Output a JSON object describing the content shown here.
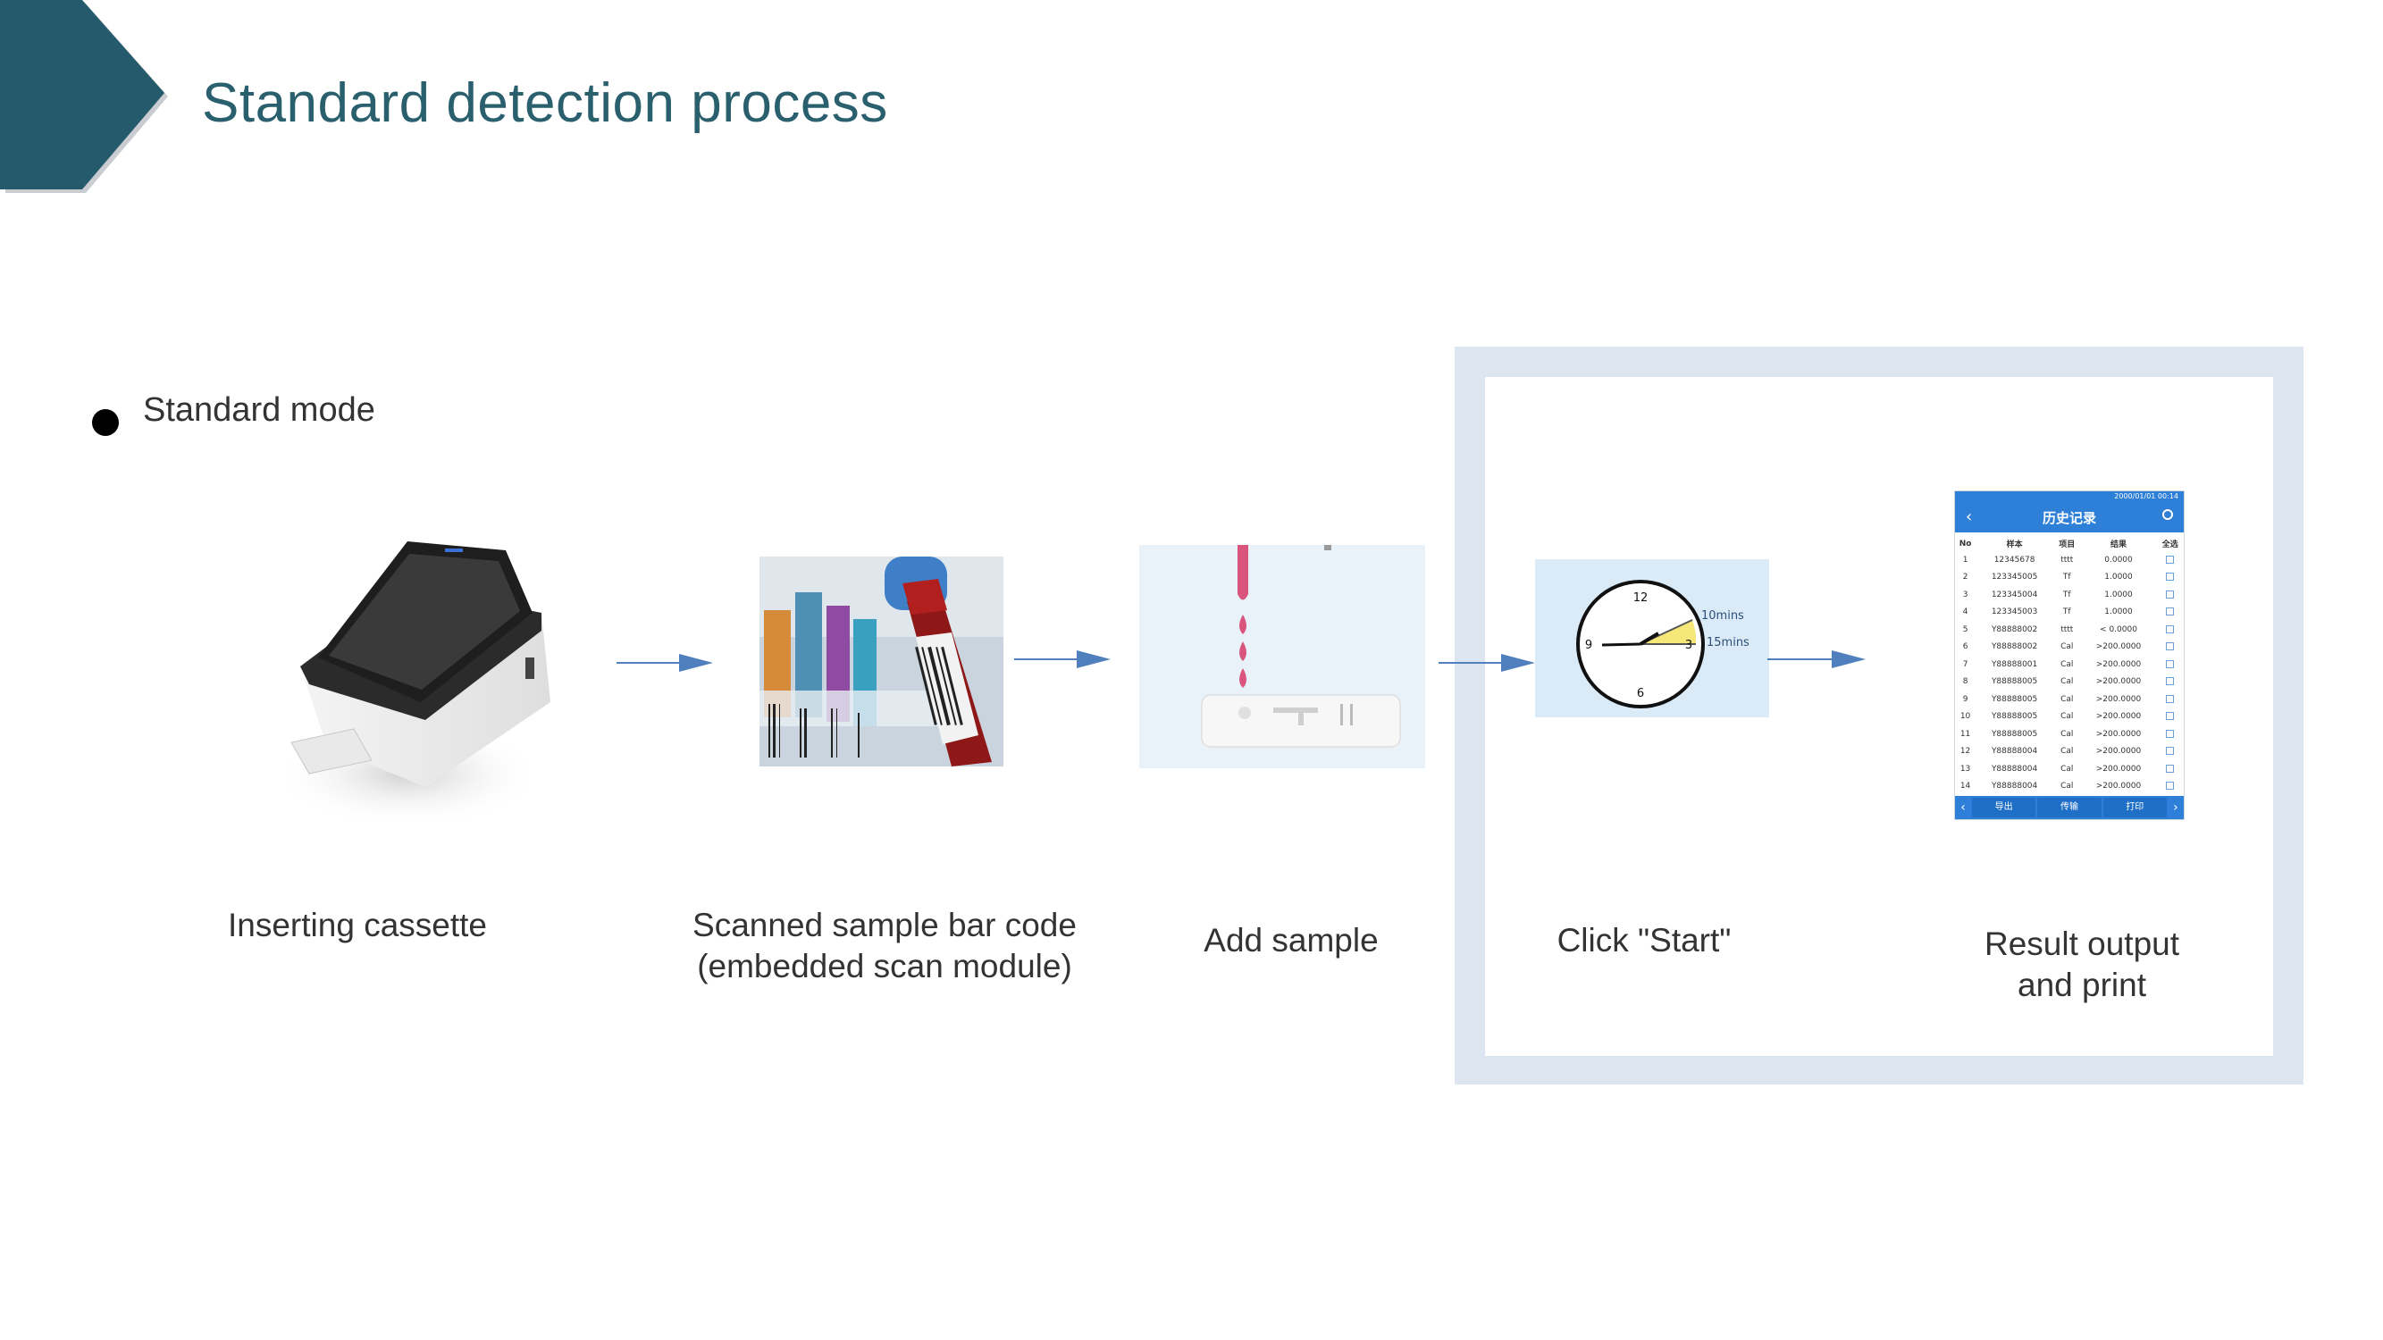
{
  "header": {
    "title": "Standard detection process"
  },
  "bullet": {
    "text": "Standard mode"
  },
  "steps": [
    {
      "label_lines": [
        "Inserting cassette"
      ]
    },
    {
      "label_lines": [
        "Scanned sample bar code",
        "(embedded scan module)"
      ]
    },
    {
      "label_lines": [
        "Add sample"
      ]
    },
    {
      "label_lines": [
        "Click \"Start\""
      ]
    },
    {
      "label_lines": [
        "Result output",
        "and print"
      ]
    }
  ],
  "timer": {
    "numbers": {
      "top": "12",
      "right": "3",
      "bottom": "6",
      "left": "9"
    },
    "label_10": "10mins",
    "label_15": "15mins"
  },
  "result_screen": {
    "status_time": "2000/01/01  00:14",
    "title": "历史记录",
    "columns": [
      "No",
      "样本",
      "项目",
      "结果",
      "全选"
    ],
    "rows": [
      [
        "1",
        "12345678",
        "tttt",
        "0.0000"
      ],
      [
        "2",
        "123345005",
        "Tf",
        "1.0000"
      ],
      [
        "3",
        "123345004",
        "Tf",
        "1.0000"
      ],
      [
        "4",
        "123345003",
        "Tf",
        "1.0000"
      ],
      [
        "5",
        "Y88888002",
        "tttt",
        "< 0.0000"
      ],
      [
        "6",
        "Y88888002",
        "Cal",
        ">200.0000"
      ],
      [
        "7",
        "Y88888001",
        "Cal",
        ">200.0000"
      ],
      [
        "8",
        "Y88888005",
        "Cal",
        ">200.0000"
      ],
      [
        "9",
        "Y88888005",
        "Cal",
        ">200.0000"
      ],
      [
        "10",
        "Y88888005",
        "Cal",
        ">200.0000"
      ],
      [
        "11",
        "Y88888005",
        "Cal",
        ">200.0000"
      ],
      [
        "12",
        "Y88888004",
        "Cal",
        ">200.0000"
      ],
      [
        "13",
        "Y88888004",
        "Cal",
        ">200.0000"
      ],
      [
        "14",
        "Y88888004",
        "Cal",
        ">200.0000"
      ]
    ],
    "buttons": [
      "导出",
      "传输",
      "打印"
    ]
  },
  "colors": {
    "title": "#2a5f6e",
    "chevron": "#245a6b",
    "frame": "#dde5f1",
    "arrow": "#4f7fbd",
    "screen_blue": "#2d7fd8"
  }
}
